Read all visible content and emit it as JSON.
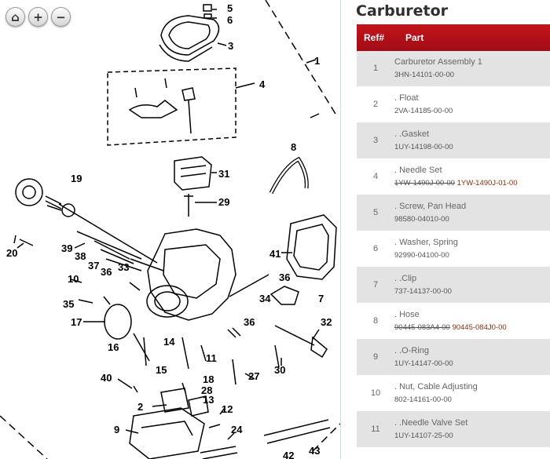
{
  "zoom_controls": {
    "home_icon": "⌂",
    "zoom_in": "+",
    "zoom_out": "−"
  },
  "diagram": {
    "callouts": [
      "1",
      "2",
      "3",
      "4",
      "5",
      "6",
      "7",
      "8",
      "9",
      "10",
      "11",
      "12",
      "13",
      "14",
      "15",
      "16",
      "17",
      "18",
      "19",
      "20",
      "24",
      "27",
      "28",
      "29",
      "30",
      "31",
      "32",
      "33",
      "34",
      "35",
      "36",
      "36",
      "36",
      "37",
      "38",
      "39",
      "40",
      "41",
      "42",
      "43"
    ]
  },
  "page_title": "Carburetor",
  "table": {
    "header": {
      "ref": "Ref#",
      "part": "Part"
    },
    "rows": [
      {
        "ref": "1",
        "name": "Carburetor Assembly 1",
        "pn": "3HN-14101-00-00",
        "pn_old": ""
      },
      {
        "ref": "2",
        "name": ". Float",
        "pn": "2VA-14185-00-00",
        "pn_old": ""
      },
      {
        "ref": "3",
        "name": ". .Gasket",
        "pn": "1UY-14198-00-00",
        "pn_old": ""
      },
      {
        "ref": "4",
        "name": ". Needle Set",
        "pn": "1YW-1490J-01-00",
        "pn_old": "1YW-1490J-00-00"
      },
      {
        "ref": "5",
        "name": ". Screw, Pan Head",
        "pn": "98580-04010-00",
        "pn_old": ""
      },
      {
        "ref": "6",
        "name": ". Washer, Spring",
        "pn": "92990-04100-00",
        "pn_old": ""
      },
      {
        "ref": "7",
        "name": ". .Clip",
        "pn": "737-14137-00-00",
        "pn_old": ""
      },
      {
        "ref": "8",
        "name": ". Hose",
        "pn": "90445-084J0-00",
        "pn_old": "90445-083A4-00"
      },
      {
        "ref": "9",
        "name": ". .O-Ring",
        "pn": "1UY-14147-00-00",
        "pn_old": ""
      },
      {
        "ref": "10",
        "name": ". Nut, Cable Adjusting",
        "pn": "802-14161-00-00",
        "pn_old": ""
      },
      {
        "ref": "11",
        "name": ". .Needle Valve Set",
        "pn": "1UY-14107-25-00",
        "pn_old": ""
      }
    ]
  }
}
